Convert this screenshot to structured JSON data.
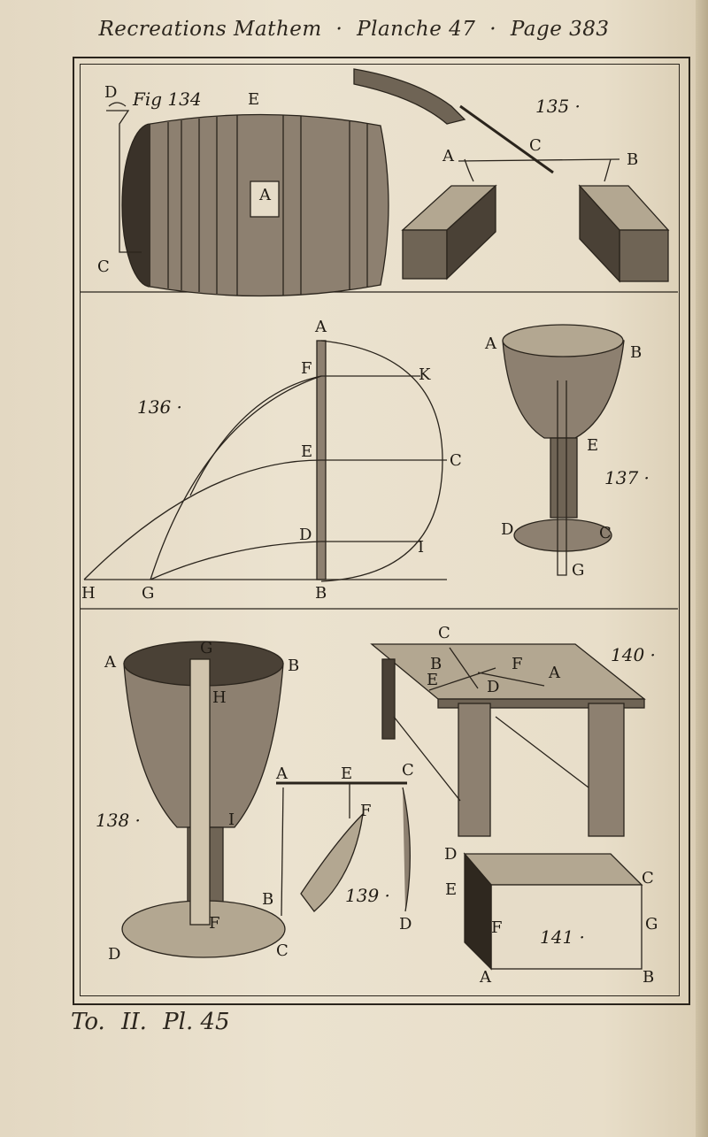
{
  "header": {
    "part1": "Recreations Mathem",
    "sep1": "·",
    "part2": "Planche 47",
    "sep2": "·",
    "part3": "Page 383"
  },
  "footer": {
    "tome": "To.",
    "volume": "II.",
    "plate": "Pl. 45"
  },
  "figures": {
    "f134": {
      "number": "Fig 134",
      "labels": {
        "D": "D",
        "E": "E",
        "A": "A",
        "C": "C"
      }
    },
    "f135": {
      "number": "135 ·",
      "labels": {
        "A": "A",
        "C": "C",
        "B": "B"
      }
    },
    "f136": {
      "number": "136 ·",
      "labels": {
        "A": "A",
        "F": "F",
        "K": "K",
        "E": "E",
        "C": "C",
        "D": "D",
        "I": "I",
        "H": "H",
        "G": "G",
        "B": "B"
      }
    },
    "f137": {
      "number": "137 ·",
      "labels": {
        "A": "A",
        "B": "B",
        "E": "E",
        "D": "D",
        "C": "C",
        "G": "G"
      }
    },
    "f138": {
      "number": "138 ·",
      "labels": {
        "A": "A",
        "G": "G",
        "B": "B",
        "H": "H",
        "I": "I",
        "F": "F",
        "D": "D"
      }
    },
    "f139": {
      "number": "139 ·",
      "labels": {
        "A": "A",
        "E": "E",
        "C": "C",
        "F": "F",
        "B": "B",
        "C2": "C",
        "D": "D"
      }
    },
    "f140": {
      "number": "140 ·",
      "labels": {
        "C": "C",
        "B": "B",
        "F": "F",
        "E": "E",
        "D": "D",
        "A": "A"
      }
    },
    "f141": {
      "number": "141 ·",
      "labels": {
        "D": "D",
        "E": "E",
        "C": "C",
        "G": "G",
        "F": "F",
        "A": "A",
        "B": "B"
      }
    }
  },
  "colors": {
    "paper": "#e6dcc8",
    "ink": "#2a241c"
  }
}
